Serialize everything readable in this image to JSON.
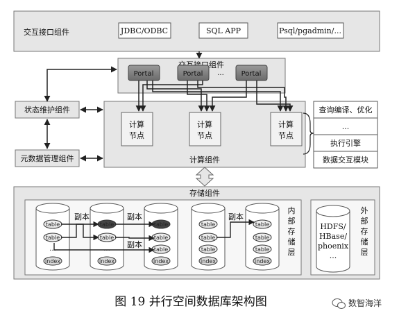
{
  "top_layer": {
    "title": "交互接口组件",
    "apps": [
      "JDBC/ODBC",
      "SQL APP",
      "Psql/pgadmin/..."
    ]
  },
  "interface_layer": {
    "title": "交互接口组件",
    "portals": [
      "Portal",
      "Portal",
      "Portal"
    ],
    "ellipsis": "..."
  },
  "side_components": {
    "state": "状态维护组件",
    "metadata": "元数据管理组件"
  },
  "compute_layer": {
    "title": "计算组件",
    "node_line1": "计算",
    "node_line2": "节点",
    "node_count": 3
  },
  "node_modules": [
    "查询编译、优化",
    "...",
    "执行引擎",
    "数据交互模块"
  ],
  "storage_layer": {
    "title": "存储组件",
    "internal_title": [
      "内",
      "部",
      "存",
      "储",
      "层"
    ],
    "external_title": [
      "外",
      "部",
      "存",
      "储",
      "层"
    ],
    "replica_label": "副本",
    "table_label": "table",
    "index_label": "index",
    "ellipsis": "...",
    "external_lines": [
      "HDFS/",
      "HBase/",
      "phoenix",
      "..."
    ]
  },
  "caption": "图 19   并行空间数据库架构图",
  "watermark": "数智海洋"
}
